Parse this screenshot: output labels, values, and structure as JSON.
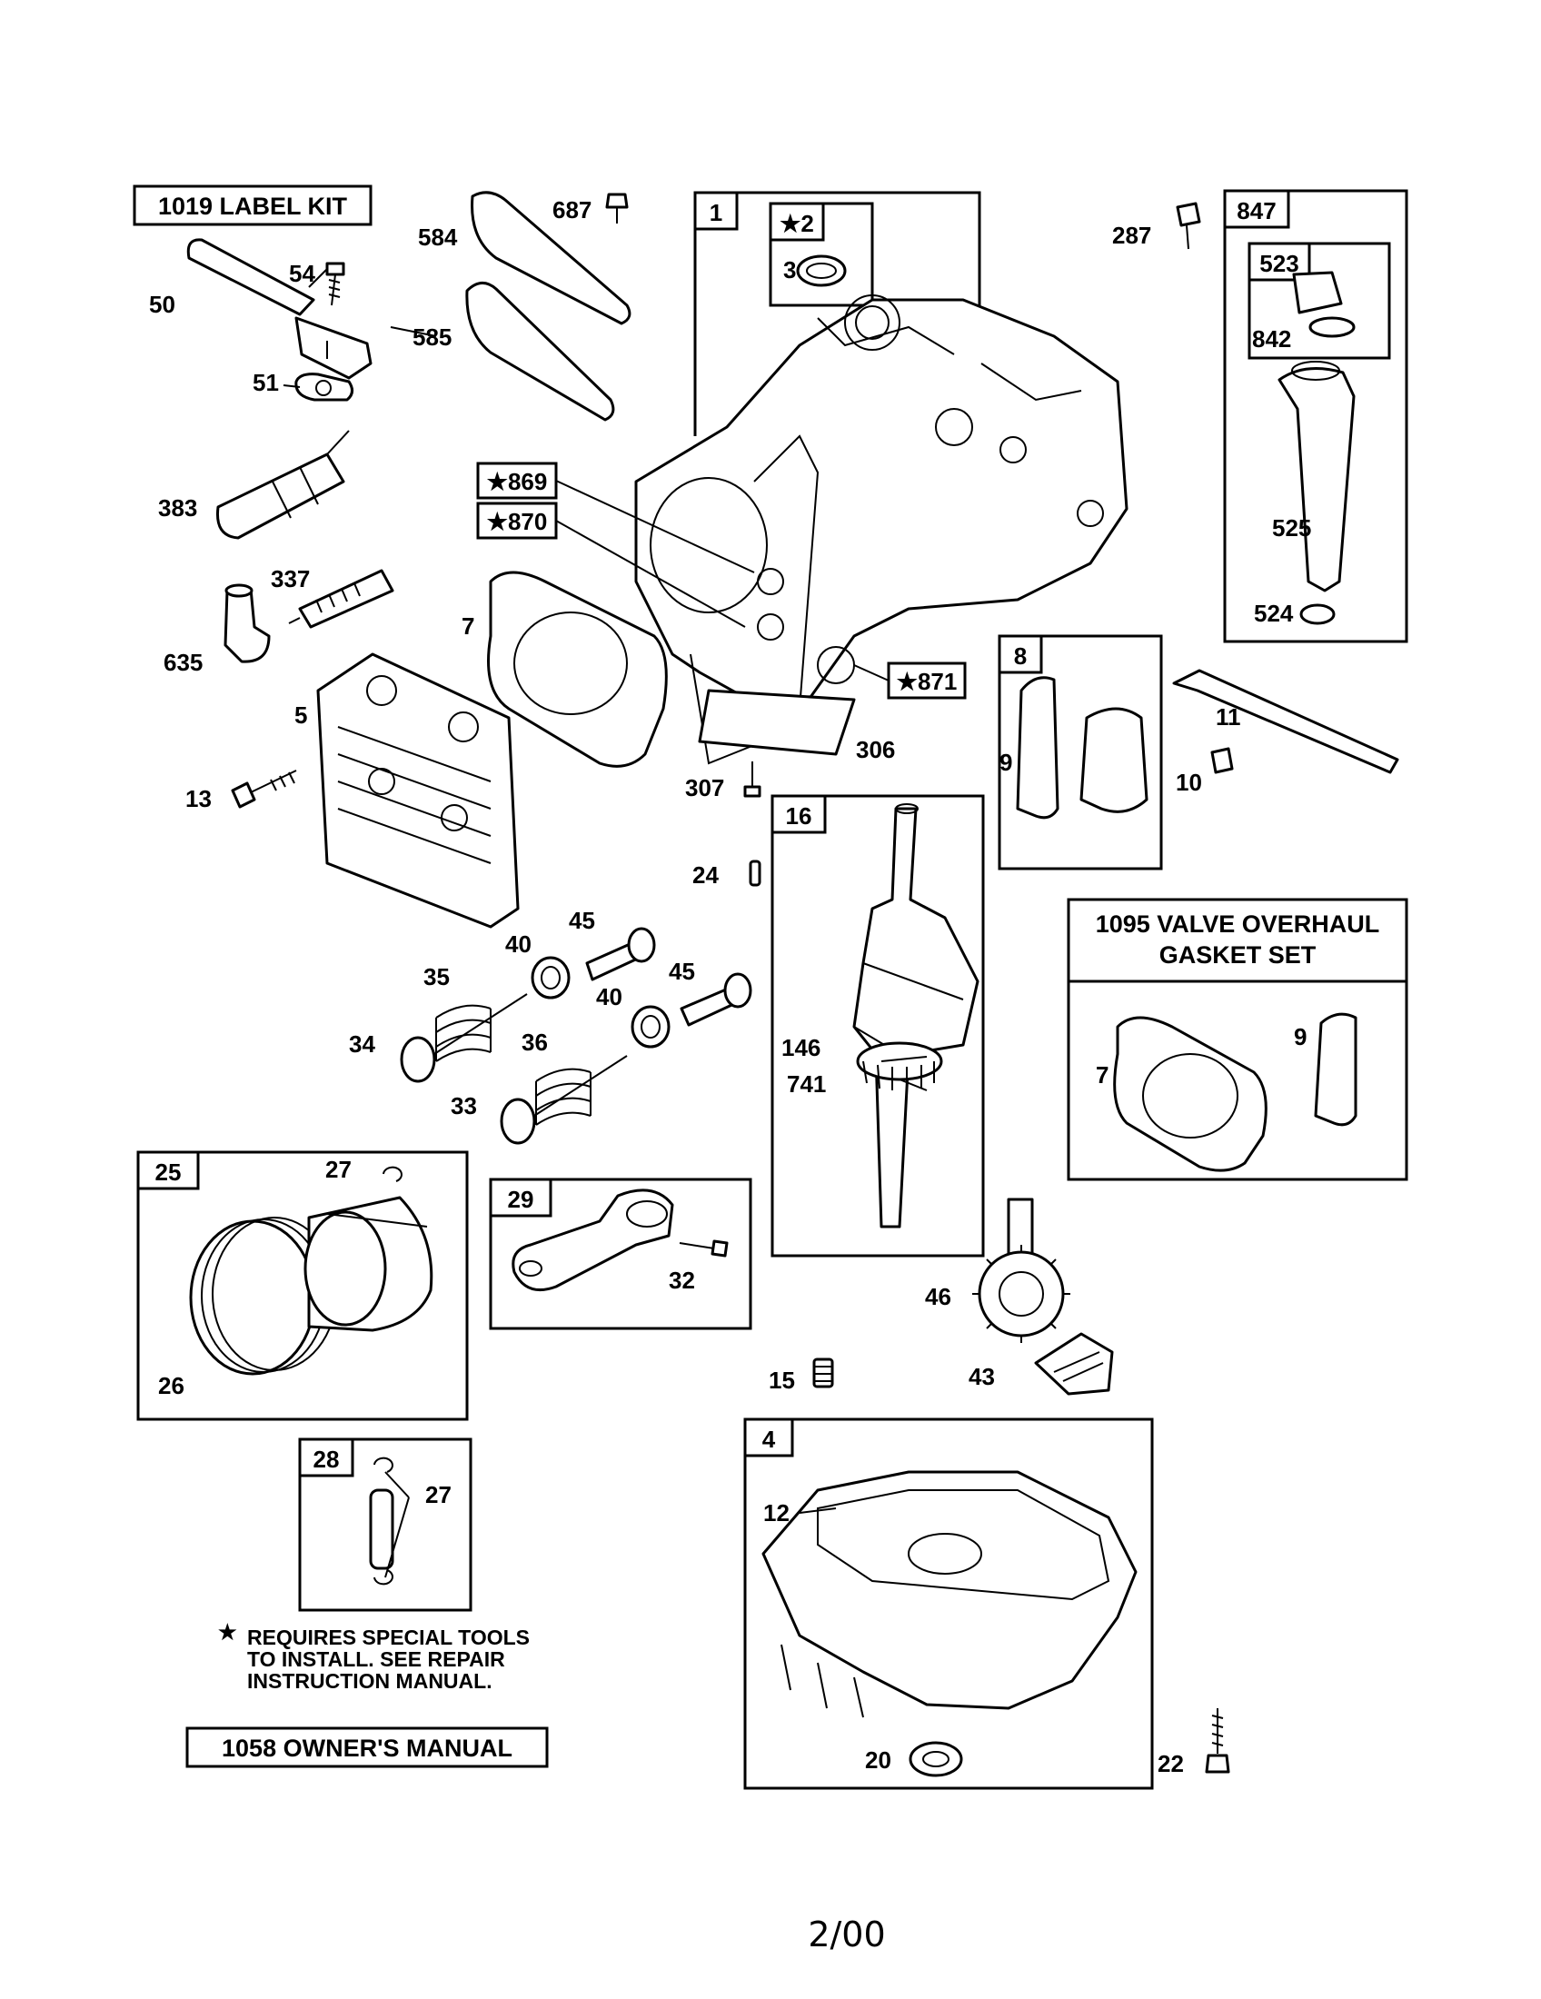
{
  "boxes": {
    "label_kit": "1019 LABEL KIT",
    "valve_overhaul_line1": "1095 VALVE OVERHAUL",
    "valve_overhaul_line2": "GASKET SET",
    "owners_manual": "1058 OWNER'S MANUAL",
    "cylinder": "1",
    "star_2": "★2",
    "star_869": "★869",
    "star_870": "★870",
    "star_871": "★871",
    "breather": "8",
    "crankshaft": "16",
    "dipstick_tube": "847",
    "dipstick": "523",
    "piston_assembly": "25",
    "connecting_rod": "29",
    "piston_pin": "28",
    "sump": "4"
  },
  "labels": {
    "l687": "687",
    "l584": "584",
    "l585": "585",
    "l54": "54",
    "l50": "50",
    "l51": "51",
    "l383": "383",
    "l337": "337",
    "l635": "635",
    "l5": "5",
    "l13": "13",
    "l7": "7",
    "l306": "306",
    "l307": "307",
    "l3": "3",
    "l287": "287",
    "l842": "842",
    "l525": "525",
    "l524": "524",
    "l9": "9",
    "l11": "11",
    "l10": "10",
    "l24": "24",
    "l45a": "45",
    "l40a": "40",
    "l35": "35",
    "l34": "34",
    "l45b": "45",
    "l40b": "40",
    "l36": "36",
    "l33": "33",
    "l146": "146",
    "l741": "741",
    "l7v": "7",
    "l9v": "9",
    "l27a": "27",
    "l26": "26",
    "l32": "32",
    "l46": "46",
    "l15": "15",
    "l43": "43",
    "l27b": "27",
    "l12": "12",
    "l20": "20",
    "l22": "22"
  },
  "note": {
    "star": "★",
    "line1": "REQUIRES SPECIAL TOOLS",
    "line2": "TO INSTALL.  SEE REPAIR",
    "line3": "INSTRUCTION MANUAL."
  },
  "footer": {
    "date": "2/00"
  }
}
